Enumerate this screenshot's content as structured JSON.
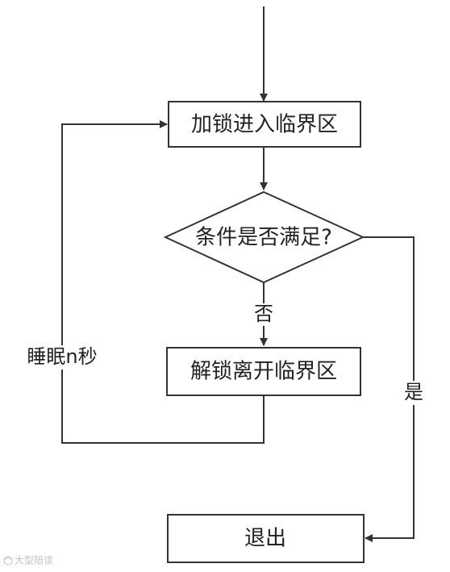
{
  "nodes": {
    "lock_enter": "加锁进入临界区",
    "condition": "条件是否满足?",
    "unlock_leave": "解锁离开临界区",
    "exit": "退出"
  },
  "edges": {
    "no": "否",
    "yes": "是",
    "sleep": "睡眠n秒"
  },
  "watermark": "大型陪读",
  "colors": {
    "stroke": "#333333",
    "text": "#222222",
    "background": "#ffffff"
  }
}
